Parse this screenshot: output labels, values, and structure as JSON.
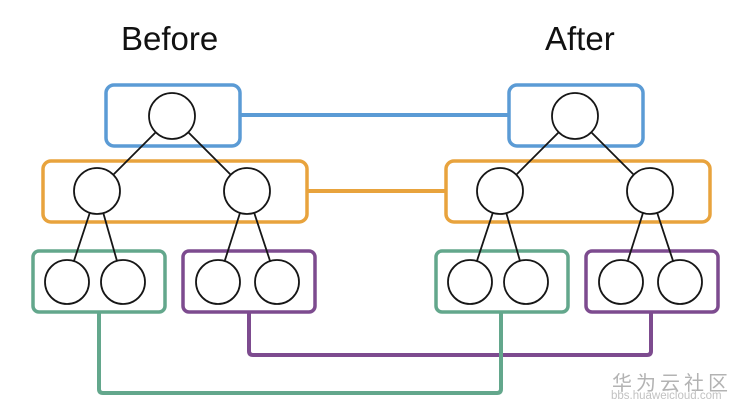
{
  "titles": {
    "before": "Before",
    "after": "After"
  },
  "watermark": {
    "line1": "华为云社区",
    "line2": "bbs.huaweicloud.com"
  },
  "colors": {
    "background": "#ffffff",
    "root_group": "#5B9BD5",
    "internal_group": "#E8A33D",
    "left_leaf_group": "#63A78C",
    "right_leaf_group": "#7D4B8F",
    "tree_edge": "#161616",
    "node_fill": "#ffffff",
    "watermark_cn": "#b3b3b3",
    "watermark_url": "#c2c2c2"
  },
  "diagram": {
    "type": "binary-tree before/after comparison",
    "panels": [
      {
        "title": "Before"
      },
      {
        "title": "After"
      }
    ],
    "tree_structure": {
      "levels": 3,
      "nodes_per_level": [
        1,
        2,
        4
      ],
      "node_shape": "empty circle",
      "edges": "black parent-child lines"
    },
    "groups": [
      {
        "name": "root group",
        "level": 1,
        "nodes": 1,
        "box_color": "#5B9BD5"
      },
      {
        "name": "internal group",
        "level": 2,
        "nodes": 2,
        "box_color": "#E8A33D"
      },
      {
        "name": "left leaf pair",
        "level": 3,
        "nodes": 2,
        "box_color": "#63A78C"
      },
      {
        "name": "right leaf pair",
        "level": 3,
        "nodes": 2,
        "box_color": "#7D4B8F"
      }
    ],
    "cross_links": [
      {
        "connects": "Before root group to After root group",
        "color": "#5B9BD5",
        "route": "straight horizontal"
      },
      {
        "connects": "Before internal group to After internal group",
        "color": "#E8A33D",
        "route": "straight horizontal"
      },
      {
        "connects": "Before right leaf pair to After right leaf pair",
        "color": "#7D4B8F",
        "route": "down, across, up (upper bottom route)"
      },
      {
        "connects": "Before left leaf pair to After left leaf pair",
        "color": "#63A78C",
        "route": "down, across, up (lower bottom route)"
      }
    ]
  }
}
